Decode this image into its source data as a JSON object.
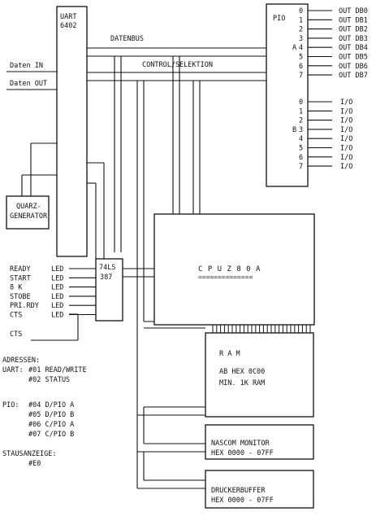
{
  "uart": {
    "line1": "UART",
    "line2": "6402"
  },
  "datenbus": "DATENBUS",
  "control": "CONTROL/SELEKTION",
  "daten_in": "Daten IN",
  "daten_out": "Daten OUT",
  "quarz": {
    "line1": "QUARZ-",
    "line2": "GENERATOR"
  },
  "pio": {
    "title": "PIO",
    "port_a": "A",
    "port_b": "B",
    "a_pins": [
      "0",
      "1",
      "2",
      "3",
      "4",
      "5",
      "6",
      "7"
    ],
    "a_outputs": [
      "OUT DB0",
      "OUT DB1",
      "OUT DB2",
      "OUT DB3",
      "OUT DB4",
      "OUT DB5",
      "OUT DB6",
      "OUT DB7"
    ],
    "b_pins": [
      "0",
      "1",
      "2",
      "3",
      "4",
      "5",
      "6",
      "7"
    ],
    "b_outputs": [
      "I/O",
      "I/O",
      "I/O",
      "I/O",
      "I/O",
      "I/O",
      "I/O",
      "I/O"
    ]
  },
  "latch": {
    "line1": "74LS",
    "line2": "387"
  },
  "leds": [
    {
      "label": "READY",
      "type": "LED"
    },
    {
      "label": "START",
      "type": "LED"
    },
    {
      "label": "8 K",
      "type": "LED"
    },
    {
      "label": "STOBE",
      "type": "LED"
    },
    {
      "label": "PRI.RDY",
      "type": "LED"
    },
    {
      "label": "CTS",
      "type": "LED"
    }
  ],
  "cts_label": "CTS",
  "cpu": {
    "name": "C P U  Z 8 0  A",
    "underline": "=============="
  },
  "ram": {
    "title": "R A M",
    "line1": "AB HEX 0C00",
    "line2": "MIN. 1K RAM"
  },
  "nascom": {
    "line1": "NASCOM MONITOR",
    "line2": "HEX 0000 - 07FF"
  },
  "buffer": {
    "line1": "DRUCKERBUFFER",
    "line2": "HEX 0000 - 07FF"
  },
  "adressen": {
    "title": "ADRESSEN:",
    "uart_label": "UART:",
    "uart_rows": [
      "#01 READ/WRITE",
      "#02 STATUS"
    ],
    "pio_label": "PIO:",
    "pio_rows": [
      "#04 D/PIO A",
      "#05 D/PIO B",
      "#06 C/PIO A",
      "#07 C/PIO B"
    ]
  },
  "status": {
    "title": "STAUSANZEIGE:",
    "value": "#E0"
  }
}
